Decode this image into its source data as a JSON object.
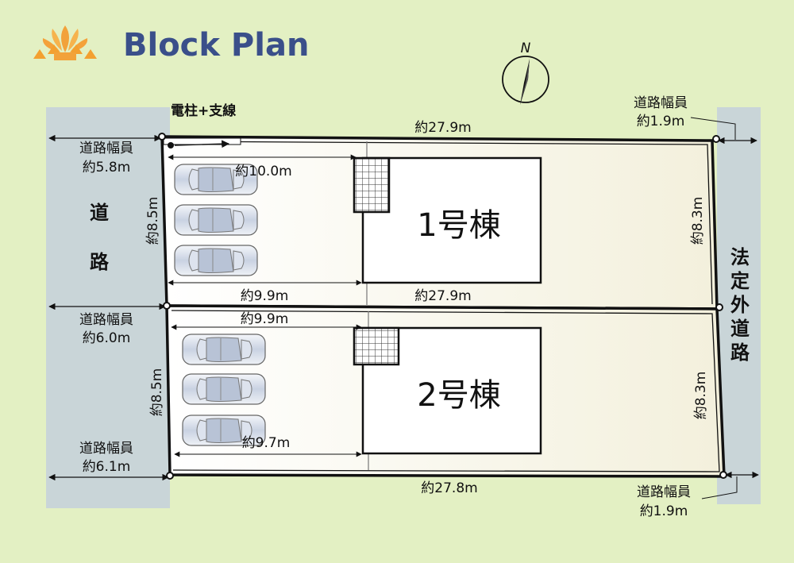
{
  "title": "Block Plan",
  "north": "N",
  "pole_label": "電柱+支線",
  "buildings": {
    "one": "1号棟",
    "two": "2号棟"
  },
  "road_west": {
    "char1": "道",
    "char2": "路"
  },
  "road_east": {
    "chars": [
      "法",
      "定",
      "外",
      "道",
      "路"
    ]
  },
  "road_width_label": "道路幅員",
  "road_widths": {
    "west_top": "約5.8m",
    "west_mid": "約6.0m",
    "west_bottom": "約6.1m",
    "east_top": "約1.9m",
    "east_bottom": "約1.9m"
  },
  "dims": {
    "top": "約27.9m",
    "middle": "約27.9m",
    "bottom": "約27.8m",
    "lot1_left": "約8.5m",
    "lot2_left": "約8.5m",
    "lot1_right": "約8.3m",
    "lot2_right": "約8.3m",
    "parking1_top": "約10.0m",
    "parking1_bottom": "約9.9m",
    "parking2_top": "約9.9m",
    "parking2_bottom": "約9.7m"
  }
}
